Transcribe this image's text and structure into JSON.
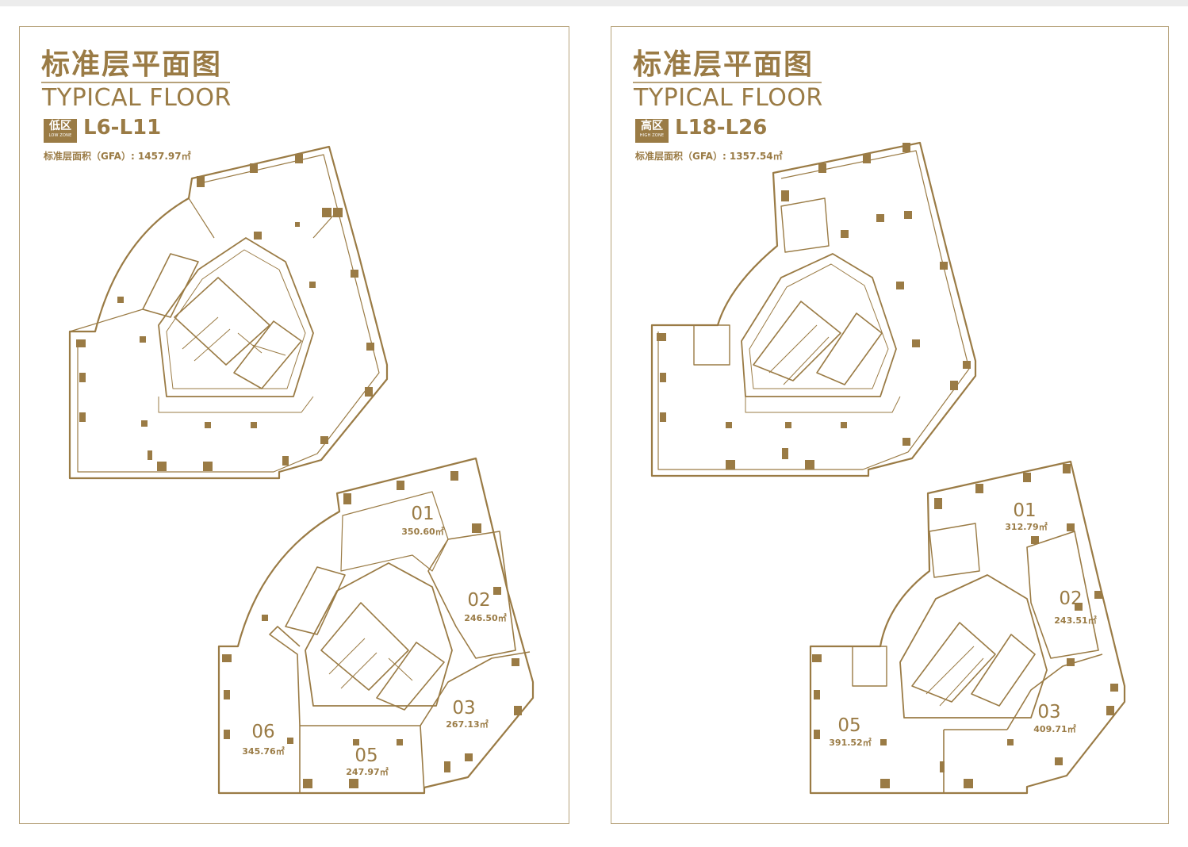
{
  "colors": {
    "gold": "#9a7b45",
    "line": "#b6a27a",
    "background": "#ffffff"
  },
  "left": {
    "title_cn": "标准层平面图",
    "title_en": "TYPICAL FLOOR",
    "zone_cn": "低区",
    "zone_en": "LOW ZONE",
    "levels": "L6-L11",
    "gfa": "标准层面积（GFA）: 1457.97㎡",
    "units": [
      {
        "id": "01",
        "area": "350.60㎡"
      },
      {
        "id": "02",
        "area": "246.50㎡"
      },
      {
        "id": "03",
        "area": "267.13㎡"
      },
      {
        "id": "05",
        "area": "247.97㎡"
      },
      {
        "id": "06",
        "area": "345.76㎡"
      }
    ]
  },
  "right": {
    "title_cn": "标准层平面图",
    "title_en": "TYPICAL FLOOR",
    "zone_cn": "高区",
    "zone_en": "HIGH ZONE",
    "levels": "L18-L26",
    "gfa": "标准层面积（GFA）: 1357.54㎡",
    "units": [
      {
        "id": "01",
        "area": "312.79㎡"
      },
      {
        "id": "02",
        "area": "243.51㎡"
      },
      {
        "id": "03",
        "area": "409.71㎡"
      },
      {
        "id": "05",
        "area": "391.52㎡"
      }
    ]
  }
}
